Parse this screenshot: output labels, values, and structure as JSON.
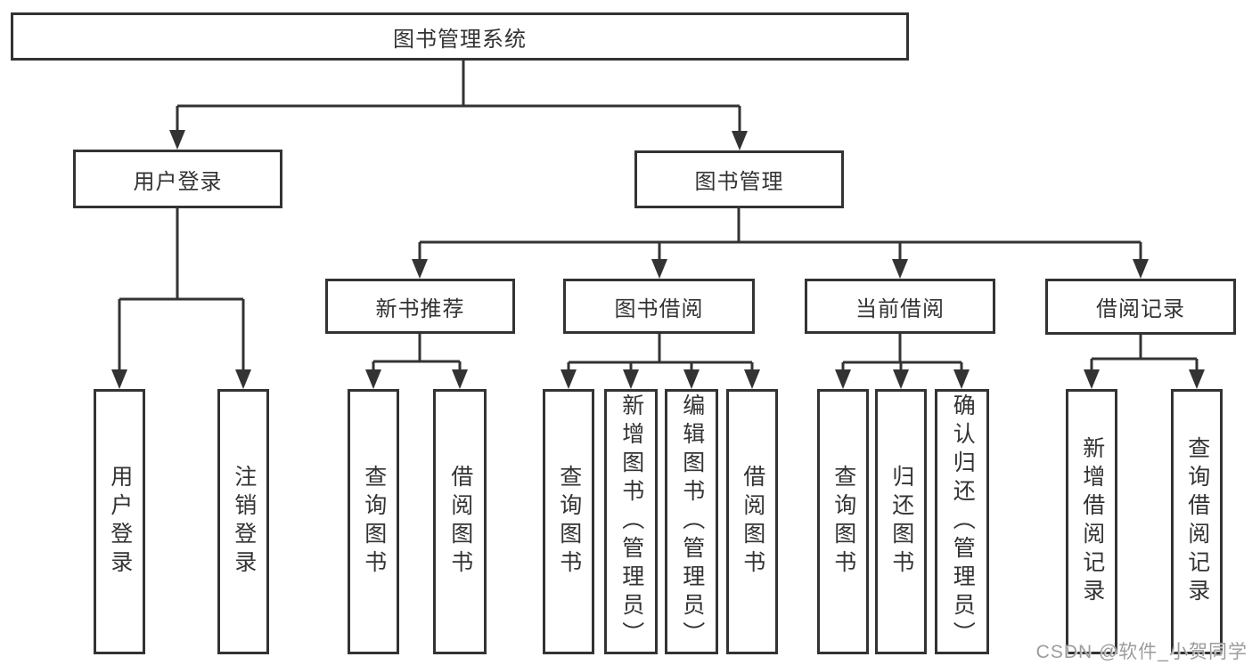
{
  "diagram": {
    "title": "图书管理系统",
    "branches": {
      "user_login": {
        "label": "用户登录",
        "children": [
          "用户登录",
          "注销登录"
        ]
      },
      "book_management": {
        "label": "图书管理",
        "sections": {
          "new_book": {
            "label": "新书推荐",
            "children": [
              "查询图书",
              "借阅图书"
            ]
          },
          "borrowing": {
            "label": "图书借阅",
            "children": [
              "查询图书",
              "新增图书（管理员）",
              "编辑图书（管理员）",
              "借阅图书"
            ]
          },
          "current": {
            "label": "当前借阅",
            "children": [
              "查询图书",
              "归还图书",
              "确认归还（管理员）"
            ]
          },
          "records": {
            "label": "借阅记录",
            "children": [
              "新增借阅记录",
              "查询借阅记录"
            ]
          }
        }
      }
    }
  },
  "watermark": "CSDN @软件_小贺同学",
  "colors": {
    "line": "#333333",
    "box_border": "#333333",
    "text": "#333333",
    "background": "#ffffff",
    "watermark": "#9c9c9c"
  }
}
